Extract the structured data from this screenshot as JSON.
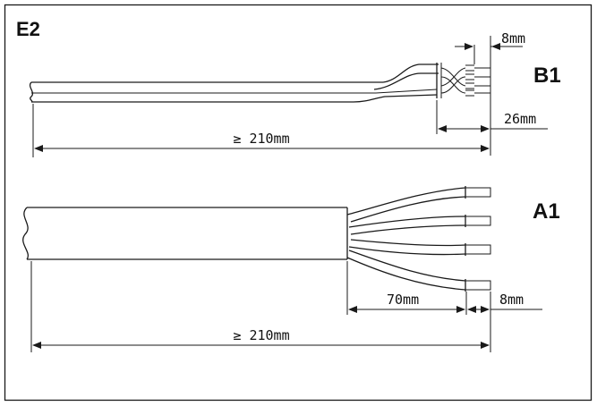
{
  "drawing": {
    "code": "E2",
    "top": {
      "label": "B1",
      "dim_strip": "8mm",
      "dim_sheath": "26mm",
      "dim_length": "≥ 210mm"
    },
    "bottom": {
      "label": "A1",
      "dim_sheath": "70mm",
      "dim_strip": "8mm",
      "dim_length": "≥ 210mm"
    }
  }
}
